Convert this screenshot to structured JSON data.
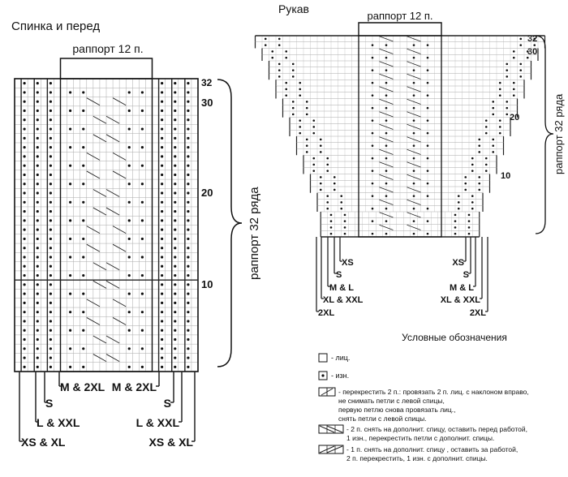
{
  "back_front": {
    "title": "Спинка и перед",
    "repeat_label": "раппорт 12 п.",
    "row_repeat_label": "раппорт 32 ряда",
    "row_numbers": [
      "32",
      "30",
      "20",
      "10"
    ],
    "sizes_left": [
      "M & 2XL",
      "S",
      "L & XXL",
      "XS & XL"
    ],
    "sizes_right": [
      "M & 2XL",
      "S",
      "L & XXL",
      "XS & XL"
    ]
  },
  "sleeve": {
    "title": "Рукав",
    "repeat_label": "раппорт 12 п.",
    "row_repeat_label": "раппорт 32 ряда",
    "row_numbers": [
      "32",
      "30",
      "20",
      "10"
    ],
    "sizes_left": [
      "XS",
      "S",
      "M & L",
      "XL & XXL",
      "2XL"
    ],
    "sizes_right": [
      "XS",
      "S",
      "M & L",
      "XL & XXL",
      "2XL"
    ]
  },
  "legend": {
    "title": "Условные обозначения",
    "items": [
      {
        "symbol": "knit",
        "text": [
          "- лиц."
        ]
      },
      {
        "symbol": "purl",
        "text": [
          "- изн."
        ]
      },
      {
        "symbol": "cross-2",
        "text": [
          "- перекрестить 2 п.: провязать 2 п. лиц. с наклоном вправо,",
          "не снимать петли с левой спицы,",
          "первую петлю снова провязать лиц.,",
          "снять петли с левой спицы."
        ]
      },
      {
        "symbol": "cable-right",
        "text": [
          "- 2 п. снять на дополнит. спицу, оставить перед работой,",
          "1 изн., перекрестить петли с дополнит. спицы."
        ]
      },
      {
        "symbol": "cable-left",
        "text": [
          "- 1 п. снять на дополнит. спицу , оставить за работой,",
          "2 п. перекрестить, 1 изн. с дополнит. спицы."
        ]
      }
    ]
  }
}
